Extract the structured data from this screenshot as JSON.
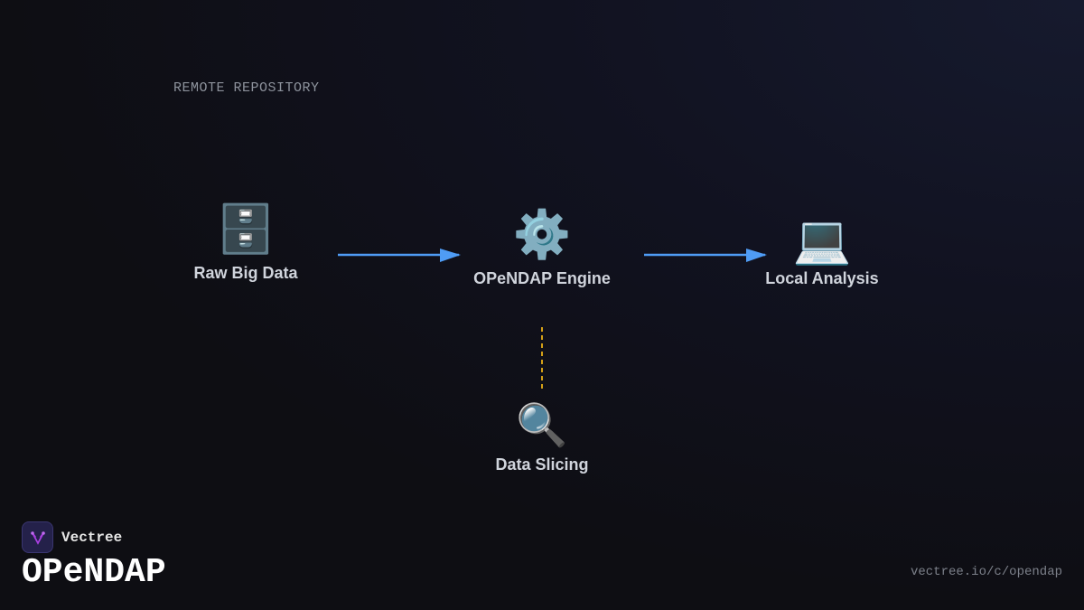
{
  "section_label": "REMOTE REPOSITORY",
  "nodes": [
    {
      "label": "Raw Big Data",
      "icon": "file-cabinet-icon",
      "glyph": "🗄️"
    },
    {
      "label": "OPeNDAP Engine",
      "icon": "gear-icon",
      "glyph": "⚙️"
    },
    {
      "label": "Local Analysis",
      "icon": "laptop-icon",
      "glyph": "💻"
    },
    {
      "label": "Data Slicing",
      "icon": "magnifying-glass-icon",
      "glyph": "🔍"
    }
  ],
  "colors": {
    "arrow": "#4f9cf5",
    "dashed": "#d4a017",
    "logo": "#a83fe0"
  },
  "brand": {
    "name": "Vectree"
  },
  "title": "OPeNDAP",
  "url": "vectree.io/c/opendap"
}
